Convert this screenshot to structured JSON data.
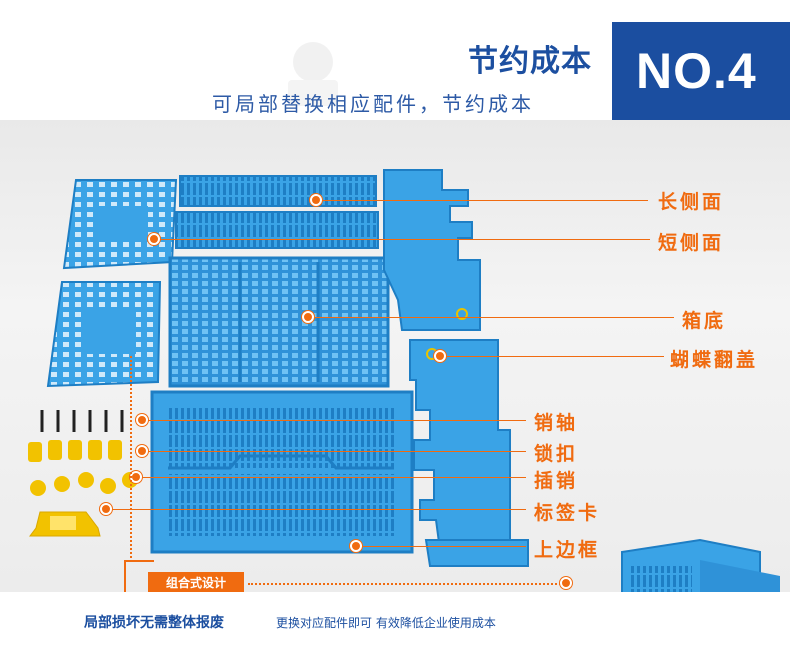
{
  "header": {
    "title": "节约成本",
    "subtitle": "可局部替换相应配件，节约成本",
    "badge": "NO.4"
  },
  "callouts": {
    "long_side": "长侧面",
    "short_side": "短侧面",
    "box_bottom": "箱底",
    "butterfly_lid": "蝴蝶翻盖",
    "pin_shaft": "销轴",
    "lock_buckle": "锁扣",
    "insert_pin": "插销",
    "label_card": "标签卡",
    "top_frame": "上边框"
  },
  "combo_label": "组合式设计",
  "footer": {
    "main": "局部损坏无需整体报废",
    "sub": "更换对应配件即可 有效降低企业使用成本"
  },
  "colors": {
    "brand_blue": "#1b4ea0",
    "accent_orange": "#f06b10",
    "part_blue": "#3aa3e6"
  }
}
